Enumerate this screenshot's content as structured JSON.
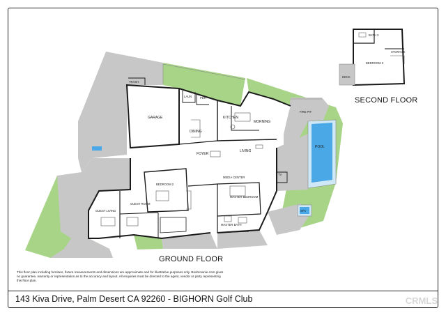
{
  "floors": {
    "ground": "GROUND FLOOR",
    "second": "SECOND FLOOR"
  },
  "rooms": {
    "trash": "TRASH",
    "laun": "LAUN",
    "pdr": "PDR",
    "garage": "GARAGE",
    "kitchen": "KITCHEN",
    "morning": "MORNING",
    "fire_pit": "FIRE PIT",
    "dining": "DINING",
    "foyer": "FOYER",
    "living": "LIVING",
    "pool": "POOL",
    "media_center": "MEDIA CENTER",
    "tv": "TV",
    "bedroom_2": "BEDROOM 2",
    "master_bedroom": "MASTER BEDROOM",
    "guest_living": "GUEST LIVING",
    "guest_room": "GUEST ROOM",
    "master_bath": "MASTER BATH",
    "spa": "SPA",
    "bath_3": "BATH 3",
    "storage": "STORAGE",
    "bedroom_3": "BEDROOM 3",
    "deck": "DECK"
  },
  "disclaimer": "This floor plan including furniture, fixture measurements and dimensions are approximate and for illustrative purposes only. Boxbrownie.com gives no guarantee, warranty or representation as to the accuracy and layout. All enquiries must be directed to the agent, vendor or party representing this floor plan.",
  "address": "143 Kiva Drive, Palm Desert CA 92260 - BIGHORN Golf Club",
  "watermark": "CRMLS",
  "colors": {
    "lawn": "#a8d488",
    "hardscape": "#c7c7c7",
    "wall": "#1a1a1a",
    "pool": "#4aa8e6",
    "pool_edge": "#cfe8f7"
  }
}
